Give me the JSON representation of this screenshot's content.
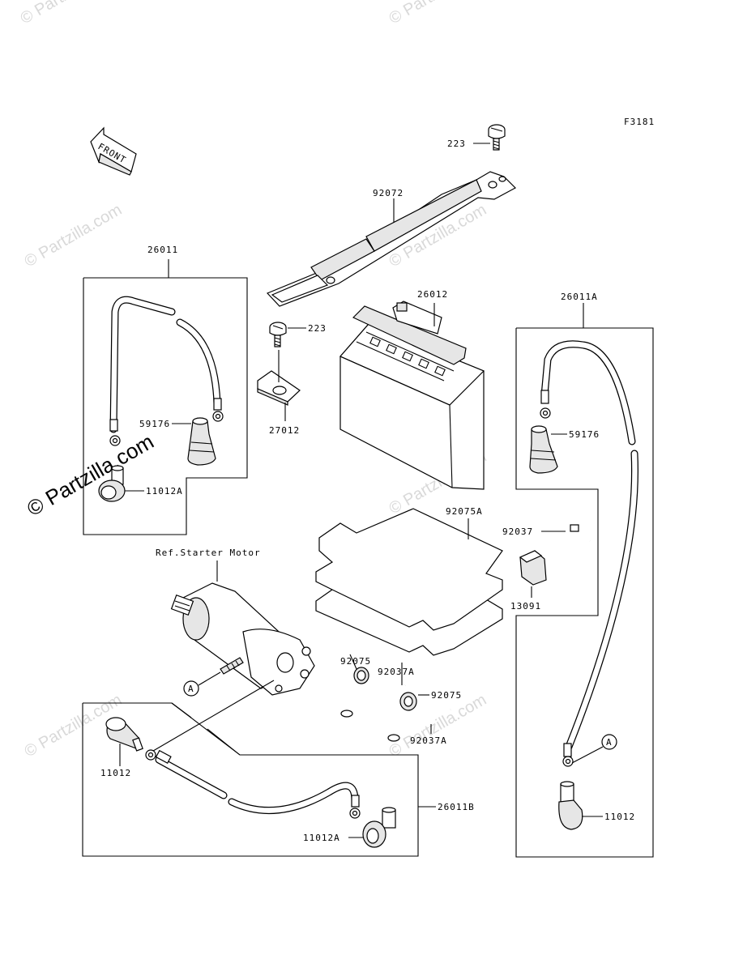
{
  "figure_code": "F3181",
  "front_label": "FRONT",
  "ref_label": "Ref.Starter Motor",
  "watermark": "© Partzilla.com",
  "ref_marker": "A",
  "labels": {
    "p223_top": "223",
    "p92072": "92072",
    "p26011": "26011",
    "p26012": "26012",
    "p223_mid": "223",
    "p27012": "27012",
    "p59176_left": "59176",
    "p11012A_left": "11012A",
    "p26011A": "26011A",
    "p59176_right": "59176",
    "p92075A": "92075A",
    "p92037": "92037",
    "p13091": "13091",
    "p92075_a": "92075",
    "p92037A_a": "92037A",
    "p92075_b": "92075",
    "p92037A_b": "92037A",
    "p11012_left": "11012",
    "p26011B": "26011B",
    "p11012A_bottom": "11012A",
    "p11012_right": "11012"
  }
}
